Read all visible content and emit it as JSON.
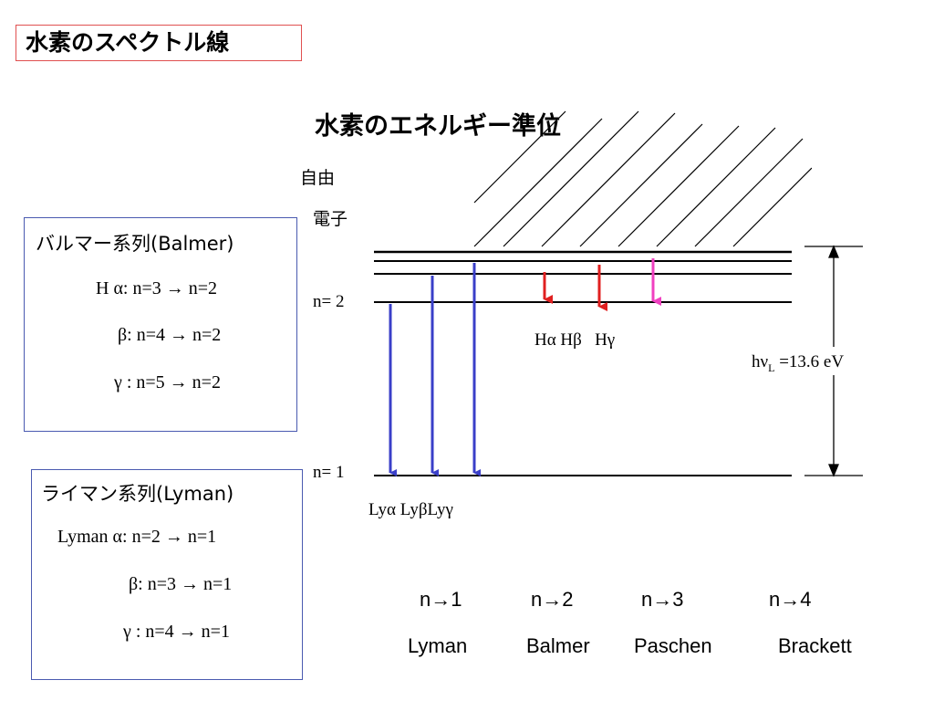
{
  "slide": {
    "title": "水素のスペクトル線",
    "heading": "水素のエネルギー準位",
    "free_line1": "自由",
    "free_line2": "電子"
  },
  "balmer_panel": {
    "title": "バルマー系列(Balmer)",
    "lines": [
      "H α:  n=3 → n=2",
      "β:  n=4 → n=2",
      "γ :  n=5 → n=2"
    ]
  },
  "lyman_panel": {
    "title": "ライマン系列(Lyman)",
    "lines": [
      "Lyman α: n=2 → n=1",
      "β:  n=3 → n=1",
      "γ :  n=4 → n=1"
    ]
  },
  "levels": {
    "n2_label": "n= 2",
    "n1_label": "n= 1"
  },
  "labels": {
    "balmer_transitions": "Hα Hβ   Hγ",
    "lyman_transitions": "Lyα LyβLyγ",
    "ionization_prefix": "hν",
    "ionization_sub": "L",
    "ionization_suffix": " =13.6 eV"
  },
  "series_table": {
    "transitions": [
      "n→1",
      "n→2",
      "n→3",
      "n→4"
    ],
    "names": [
      "Lyman",
      "Balmer",
      "Paschen",
      "Brackett"
    ]
  },
  "colors": {
    "lyman_arrow": "#3a3fc8",
    "balmer_alpha_beta": "#e02020",
    "balmer_gamma": "#f040c0",
    "title_border": "#e05050",
    "panel_border": "#4a5ab0"
  }
}
